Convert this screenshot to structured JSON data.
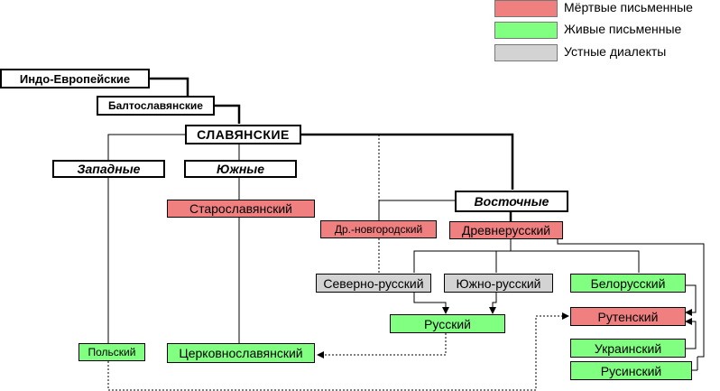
{
  "legend": {
    "dead": "Мёртвые письменные",
    "live": "Живые письменные",
    "oral": "Устные диалекты"
  },
  "colors": {
    "dead": "#f08080",
    "live": "#80ff80",
    "oral": "#d3d3d3"
  },
  "nodes": {
    "indo_european": "Индо-Европейские",
    "balto_slavic": "Балтославянские",
    "slavic": "СЛАВЯНСКИЕ",
    "western": "Западные",
    "southern": "Южные",
    "eastern": "Восточные",
    "old_church_slavonic": "Старославянский",
    "old_novgorod": "Др.-новгородский",
    "old_east_slavic": "Древнерусский",
    "north_russian": "Северно-русский",
    "south_russian": "Южно-русский",
    "belarusian": "Белорусский",
    "russian": "Русский",
    "ruthenian": "Рутенский",
    "polish": "Польский",
    "church_slavonic": "Церковнославянский",
    "ukrainian": "Украинский",
    "rusyn": "Русинский"
  }
}
